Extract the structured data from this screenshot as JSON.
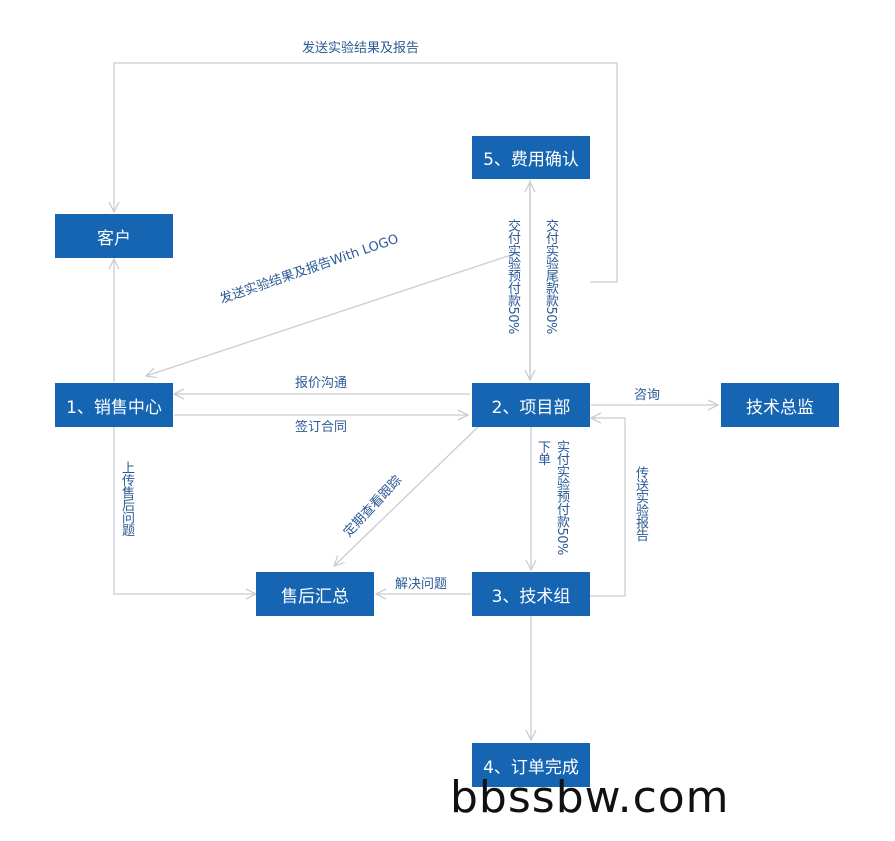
{
  "nodes": {
    "customer": "客户",
    "sales_center": "1、销售中心",
    "project_dept": "2、项目部",
    "tech_group": "3、技术组",
    "order_complete": "4、订单完成",
    "fee_confirm": "5、费用确认",
    "tech_director": "技术总监",
    "after_sales": "售后汇总"
  },
  "edge_labels": {
    "send_report": "发送实验结果及报告",
    "send_report_logo": "发送实验结果及报告With LOGO",
    "deliver_prepay": "交付实验预付款50%",
    "deliver_final": "交付实验尾款款50%",
    "quote": "报价沟通",
    "sign_contract": "签订合同",
    "consult": "咨询",
    "place_order": "下单",
    "actual_prepay": "实付实验预付款50%",
    "transfer_report": "传送实验报告",
    "upload_issue": "上传售后问题",
    "periodic_check": "定期查看跟踪",
    "resolve_issue": "解决问题"
  },
  "colors": {
    "box": "#1565b3",
    "line": "#c8cdd2",
    "label": "#2b5a96"
  },
  "watermark": "bbssbw.com"
}
